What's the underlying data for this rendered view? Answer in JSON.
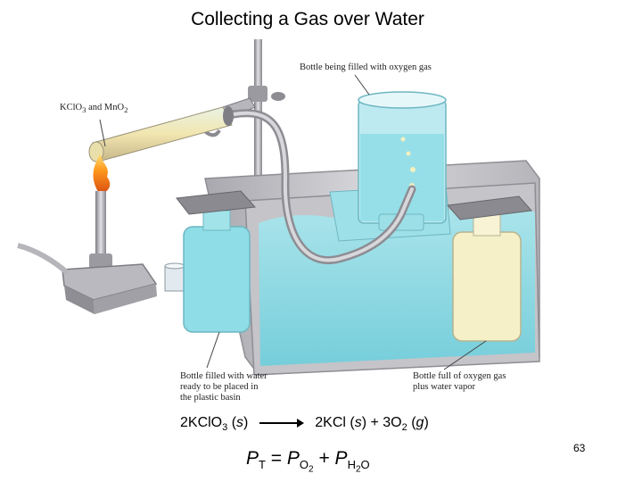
{
  "title": "Collecting a Gas over Water",
  "labels": {
    "reactants_pre": "KClO",
    "reactants_sub": "3",
    "reactants_post": " and MnO",
    "reactants_sub2": "2",
    "bottle_filling": "Bottle being filled with oxygen gas",
    "bottle_water": [
      "Bottle filled with water",
      "ready to be placed in",
      "the plastic basin"
    ],
    "bottle_full": [
      "Bottle full of oxygen gas",
      "plus water vapor"
    ]
  },
  "equation1": {
    "lhs": "2KClO",
    "lhs_sub": "3",
    "lhs_state": "s",
    "rhs_a": "2KCl (",
    "rhs_a_state": "s",
    "rhs_b": ") + 3O",
    "rhs_sub": "2",
    "rhs_c": " (",
    "rhs_state": "g",
    "rhs_d": ")"
  },
  "equation2": {
    "P": "P",
    "sub_T": "T",
    "eq": " = ",
    "plus": " + ",
    "sub_O": "O",
    "sub_O2": "2",
    "sub_H": "H",
    "sub_H2": "2",
    "sub_O_water": "O"
  },
  "page_number": "63",
  "colors": {
    "water": "#8fdde6",
    "basin": "#c9c9cc",
    "glass": "#bdeaf0",
    "vapor_bottle": "#f5f0c8",
    "flame": "#f07a1a",
    "metal": "#9a9aa0"
  }
}
